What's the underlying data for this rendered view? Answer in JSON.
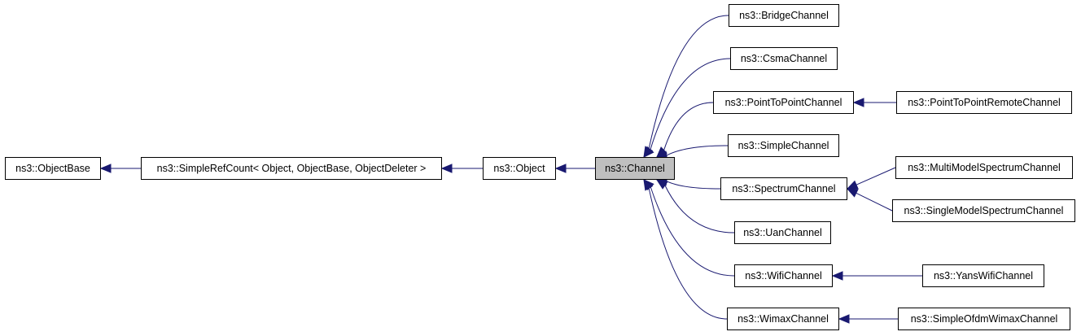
{
  "colors": {
    "edge": "#191970",
    "node_fill": "#ffffff",
    "current_fill": "#bfbfbf",
    "border": "#000000"
  },
  "nodes": {
    "object_base": "ns3::ObjectBase",
    "simple_ref_count": "ns3::SimpleRefCount< Object, ObjectBase, ObjectDeleter >",
    "object": "ns3::Object",
    "channel": "ns3::Channel",
    "bridge_channel": "ns3::BridgeChannel",
    "csma_channel": "ns3::CsmaChannel",
    "point_to_point_channel": "ns3::PointToPointChannel",
    "point_to_point_remote_channel": "ns3::PointToPointRemoteChannel",
    "simple_channel": "ns3::SimpleChannel",
    "spectrum_channel": "ns3::SpectrumChannel",
    "multi_model_spectrum_channel": "ns3::MultiModelSpectrumChannel",
    "single_model_spectrum_channel": "ns3::SingleModelSpectrumChannel",
    "uan_channel": "ns3::UanChannel",
    "wifi_channel": "ns3::WifiChannel",
    "yans_wifi_channel": "ns3::YansWifiChannel",
    "wimax_channel": "ns3::WimaxChannel",
    "simple_ofdm_wimax_channel": "ns3::SimpleOfdmWimaxChannel"
  },
  "edges": [
    {
      "from": "simple_ref_count",
      "to": "object_base"
    },
    {
      "from": "object",
      "to": "simple_ref_count"
    },
    {
      "from": "channel",
      "to": "object"
    },
    {
      "from": "bridge_channel",
      "to": "channel"
    },
    {
      "from": "csma_channel",
      "to": "channel"
    },
    {
      "from": "point_to_point_channel",
      "to": "channel"
    },
    {
      "from": "simple_channel",
      "to": "channel"
    },
    {
      "from": "spectrum_channel",
      "to": "channel"
    },
    {
      "from": "uan_channel",
      "to": "channel"
    },
    {
      "from": "wifi_channel",
      "to": "channel"
    },
    {
      "from": "wimax_channel",
      "to": "channel"
    },
    {
      "from": "point_to_point_remote_channel",
      "to": "point_to_point_channel"
    },
    {
      "from": "multi_model_spectrum_channel",
      "to": "spectrum_channel"
    },
    {
      "from": "single_model_spectrum_channel",
      "to": "spectrum_channel"
    },
    {
      "from": "yans_wifi_channel",
      "to": "wifi_channel"
    },
    {
      "from": "simple_ofdm_wimax_channel",
      "to": "wimax_channel"
    }
  ]
}
